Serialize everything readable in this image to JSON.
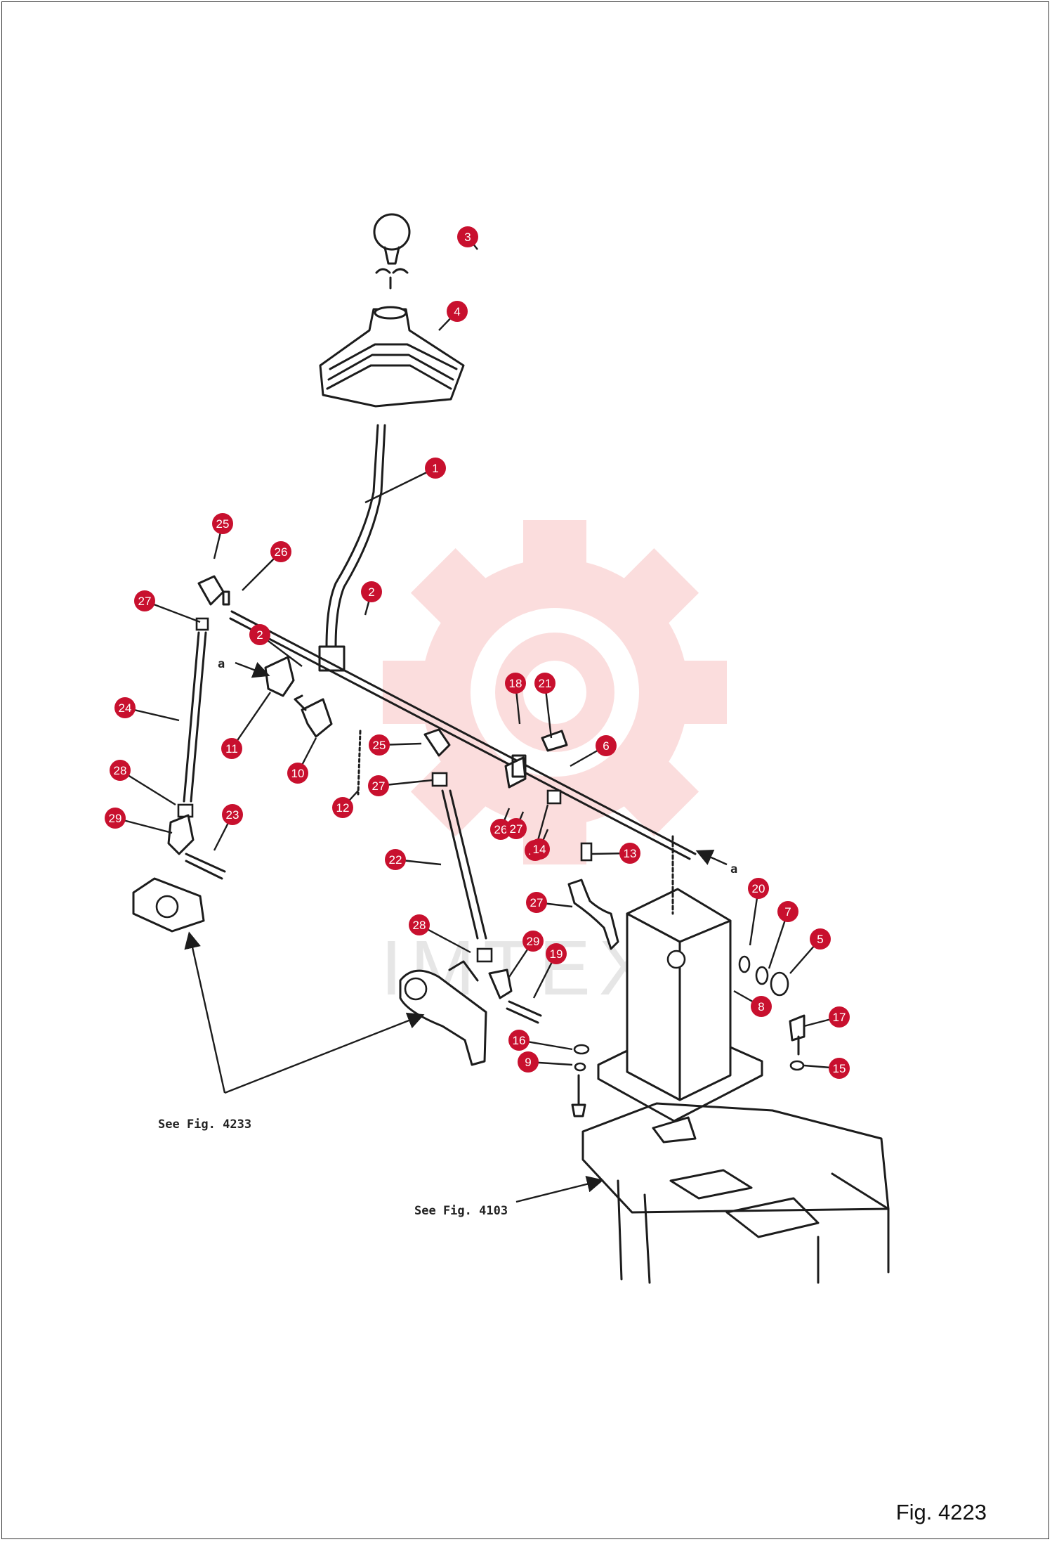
{
  "figure_label": "Fig. 4223",
  "watermark_text": "IMTEX",
  "colors": {
    "callout_fill": "#c8102e",
    "watermark": "#f4a0a0"
  },
  "references": {
    "lower_left": "See Fig. 4233",
    "lower_center": "See Fig. 4103"
  },
  "view_markers": [
    "a",
    "a"
  ],
  "callouts": [
    "3",
    "4",
    "1",
    "25",
    "26",
    "2",
    "27",
    "2",
    "24",
    "11",
    "10",
    "12",
    "25",
    "27",
    "18",
    "21",
    "6",
    "27",
    "28",
    "29",
    "23",
    "22",
    "26",
    "27",
    "14",
    "13",
    "27",
    "28",
    "29",
    "19",
    "20",
    "7",
    "5",
    "8",
    "17",
    "16",
    "9",
    "15"
  ]
}
